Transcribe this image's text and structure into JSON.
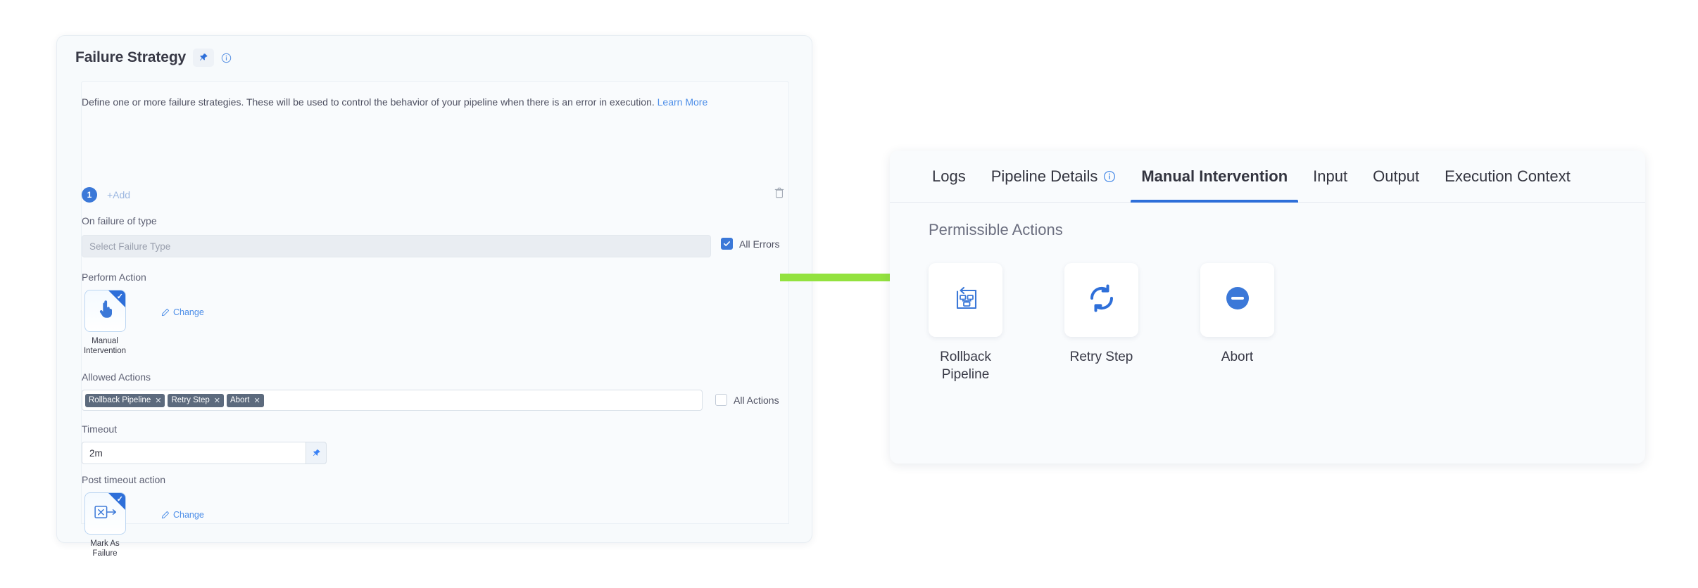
{
  "failure_strategy": {
    "title": "Failure Strategy",
    "pin_icon": "pin-icon",
    "info_icon": "info-circle-icon",
    "description": "Define one or more failure strategies. These will be used to control the behavior of your pipeline when there is an error in execution.",
    "learn_more": "Learn More",
    "strategy_number": "1",
    "add_label": "+Add",
    "delete_icon": "trash-icon",
    "on_failure_label": "On failure of type",
    "failure_type_placeholder": "Select Failure Type",
    "failure_type_value": "",
    "all_errors_label": "All Errors",
    "all_errors_checked": true,
    "perform_action_label": "Perform Action",
    "perform_action_tile": {
      "icon": "hand-pointer-icon",
      "caption": "Manual\nIntervention",
      "caption_line1": "Manual",
      "caption_line2": "Intervention",
      "selected": true,
      "change_label": "Change"
    },
    "allowed_actions_label": "Allowed Actions",
    "allowed_action_tags": [
      "Rollback Pipeline",
      "Retry Step",
      "Abort"
    ],
    "tag_remove_icon": "close-x-icon",
    "all_actions_label": "All Actions",
    "all_actions_checked": false,
    "timeout_label": "Timeout",
    "timeout_value": "2m",
    "timeout_pin_icon": "pin-icon",
    "post_timeout_label": "Post timeout action",
    "post_timeout_tile": {
      "icon": "mark-as-failure-icon",
      "caption_line1": "Mark As",
      "caption_line2": "Failure",
      "selected": true,
      "change_label": "Change"
    }
  },
  "annotation": {
    "arrow_icon": "green-right-arrow",
    "arrow_color": "#93e23f"
  },
  "right_panel": {
    "tabs": [
      {
        "label": "Logs",
        "active": false,
        "info_icon": false
      },
      {
        "label": "Pipeline Details",
        "active": false,
        "info_icon": true
      },
      {
        "label": "Manual Intervention",
        "active": true,
        "info_icon": false
      },
      {
        "label": "Input",
        "active": false,
        "info_icon": false
      },
      {
        "label": "Output",
        "active": false,
        "info_icon": false
      },
      {
        "label": "Execution Context",
        "active": false,
        "info_icon": false
      }
    ],
    "section_title": "Permissible Actions",
    "actions": [
      {
        "label_line1": "Rollback",
        "label_line2": "Pipeline",
        "icon": "rollback-pipeline-icon"
      },
      {
        "label_line1": "Retry Step",
        "label_line2": "",
        "icon": "retry-refresh-icon"
      },
      {
        "label_line1": "Abort",
        "label_line2": "",
        "icon": "abort-minus-circle-icon"
      }
    ]
  },
  "colors": {
    "accent_blue": "#2e6fd9",
    "link_blue": "#4d8ee8",
    "tag_gray": "#5c6a7d",
    "arrow_green": "#93e23f",
    "panel_bg": "#f9fbfd"
  }
}
